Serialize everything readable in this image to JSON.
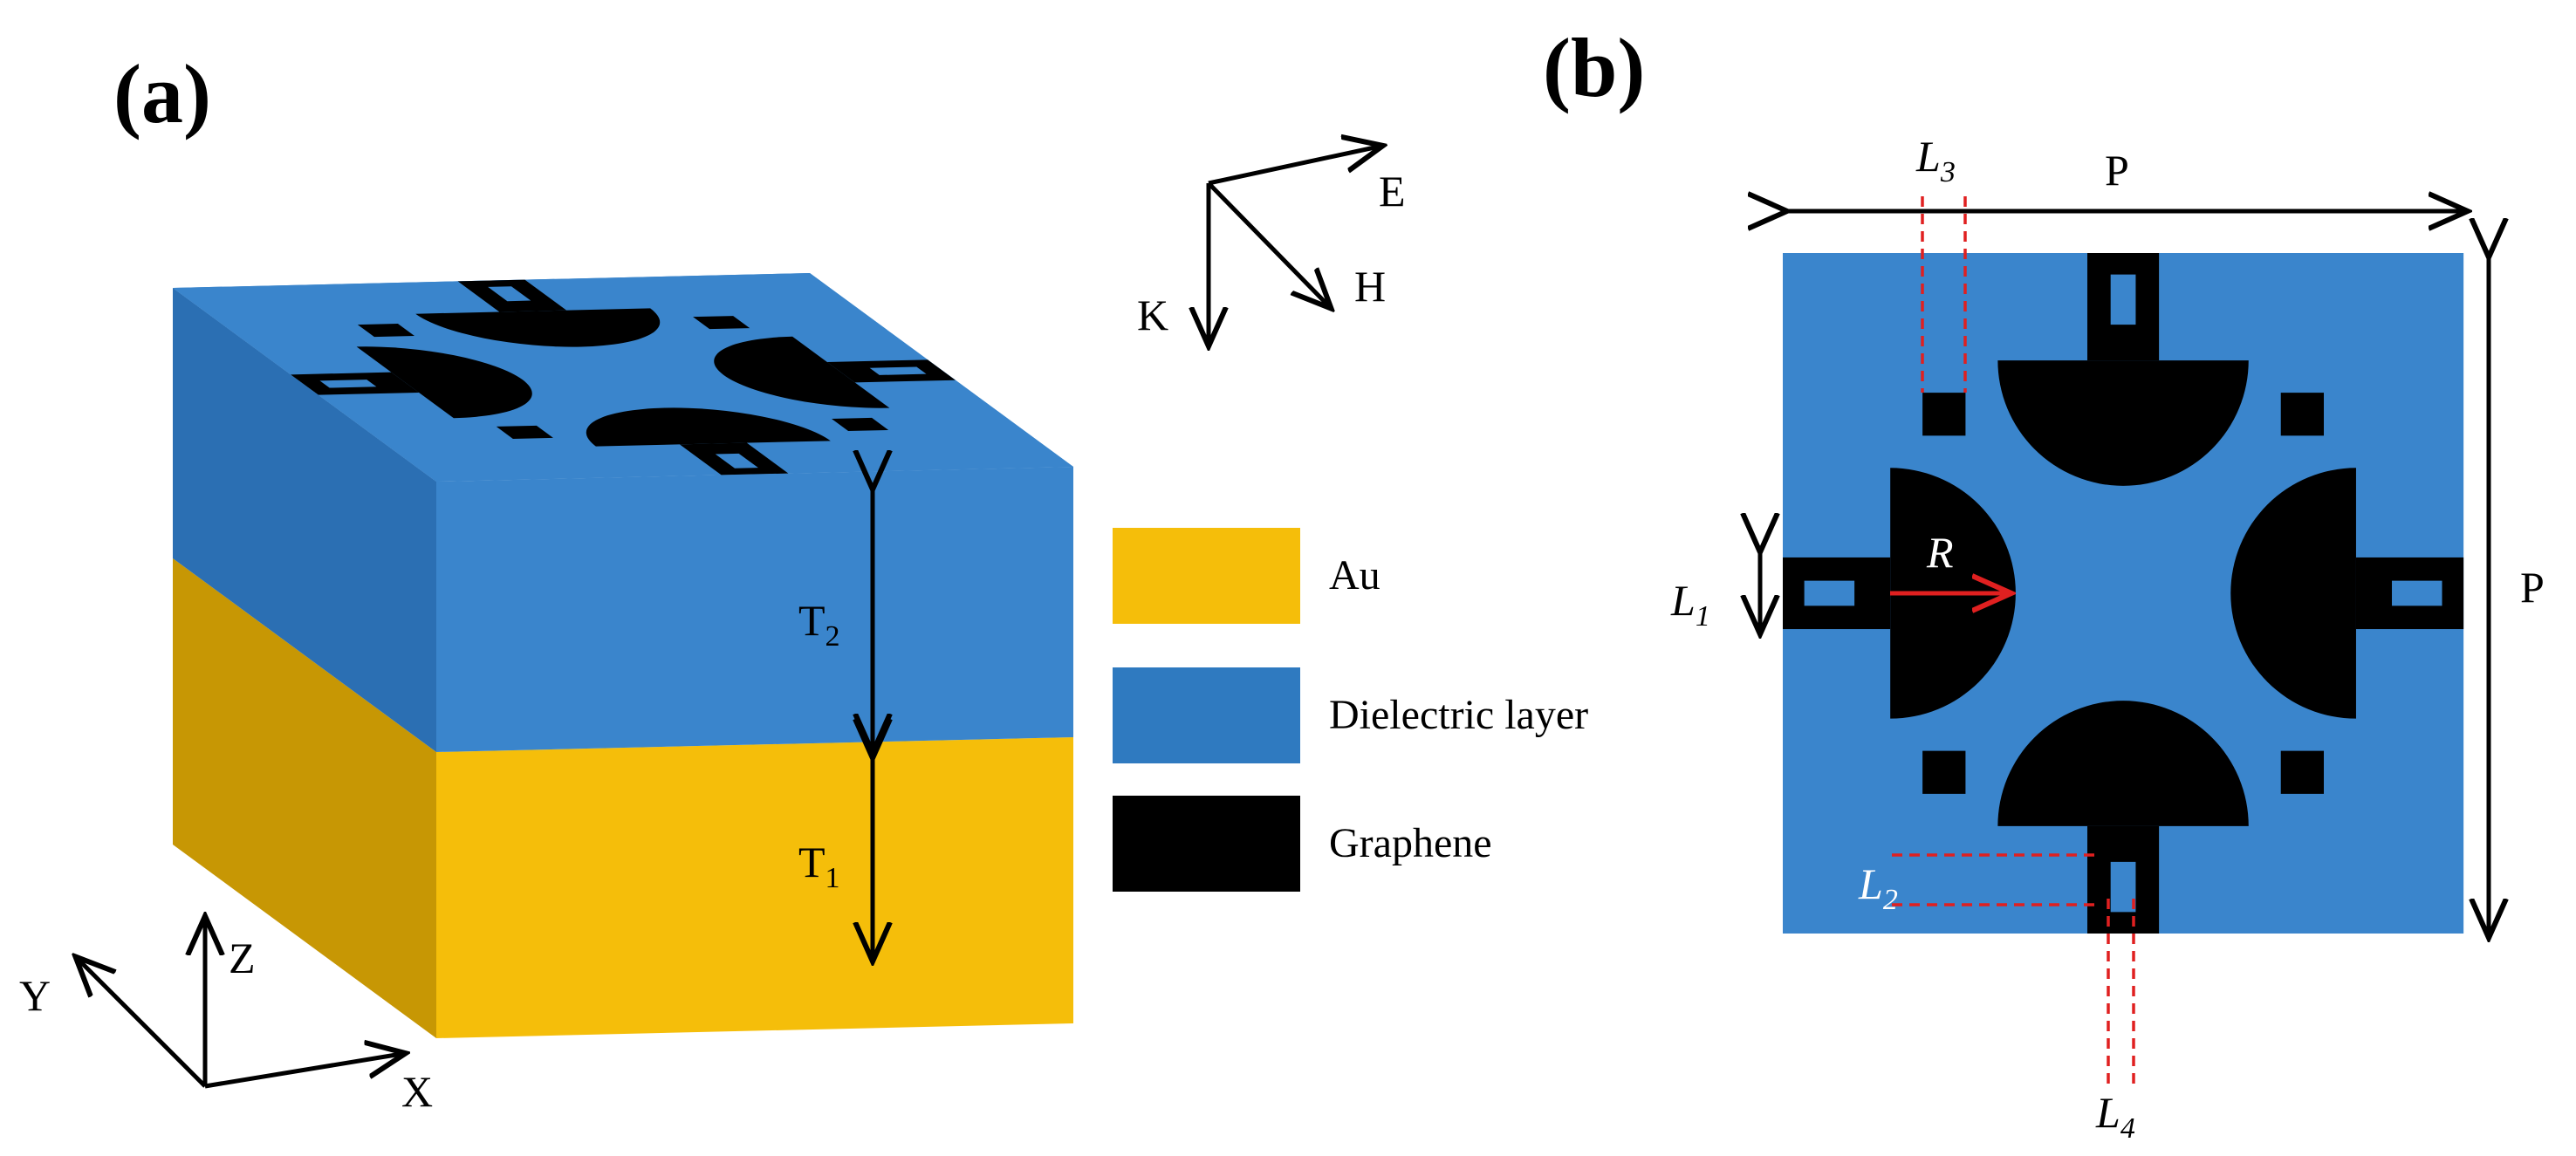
{
  "panels": {
    "a": "(a)",
    "b": "(b)"
  },
  "field_axes": {
    "e": "E",
    "h": "H",
    "k": "K"
  },
  "coord_axes": {
    "x": "X",
    "y": "Y",
    "z": "Z"
  },
  "thickness": {
    "t2": "T",
    "t2_sub": "2",
    "t1": "T",
    "t1_sub": "1"
  },
  "legend": [
    {
      "label": "Au",
      "color": "#F5BE0A"
    },
    {
      "label": "Dielectric layer",
      "color": "#2F7AC0"
    },
    {
      "label": "Graphene",
      "color": "#000000"
    }
  ],
  "dims": {
    "p_top": "P",
    "p_right": "P",
    "r": "R",
    "l1": "L",
    "l1_sub": "1",
    "l2": "L",
    "l2_sub": "2",
    "l3": "L",
    "l3_sub": "3",
    "l4": "L",
    "l4_sub": "4"
  },
  "colors": {
    "au": "#F5BE0A",
    "au_side": "#C79704",
    "dielectric_top": "#3A85CC",
    "dielectric_side": "#2B6FB3",
    "graphene": "#000000",
    "dim_line": "#E02020"
  }
}
